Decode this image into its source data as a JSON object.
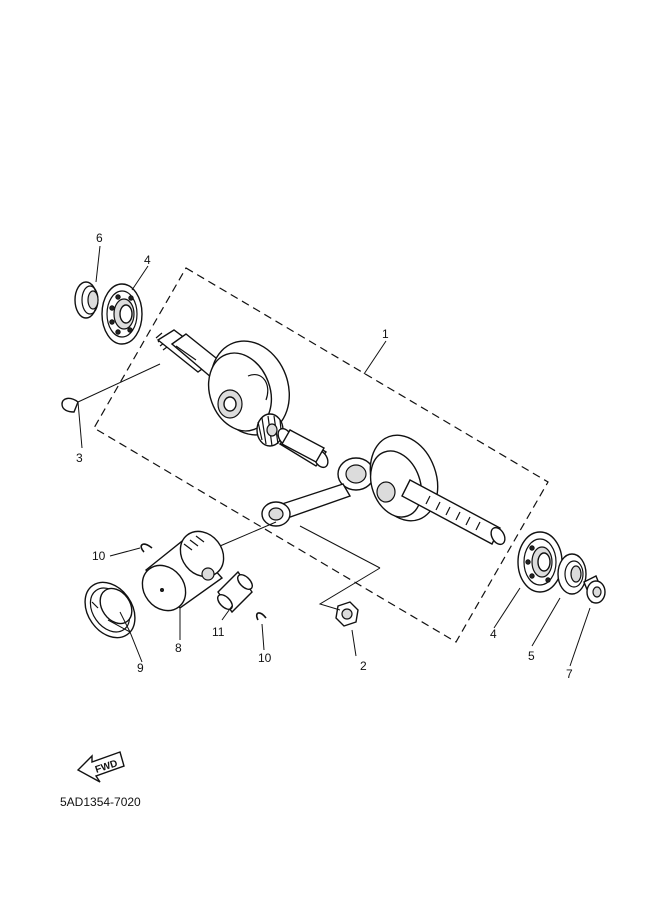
{
  "callouts": {
    "c1": "1",
    "c2": "2",
    "c3": "3",
    "c4a": "4",
    "c4b": "4",
    "c5": "5",
    "c6": "6",
    "c7": "7",
    "c8": "8",
    "c9": "9",
    "c10a": "10",
    "c10b": "10",
    "c11": "11"
  },
  "fwd_label": "FWD",
  "diagram_code": "5AD1354-7020"
}
